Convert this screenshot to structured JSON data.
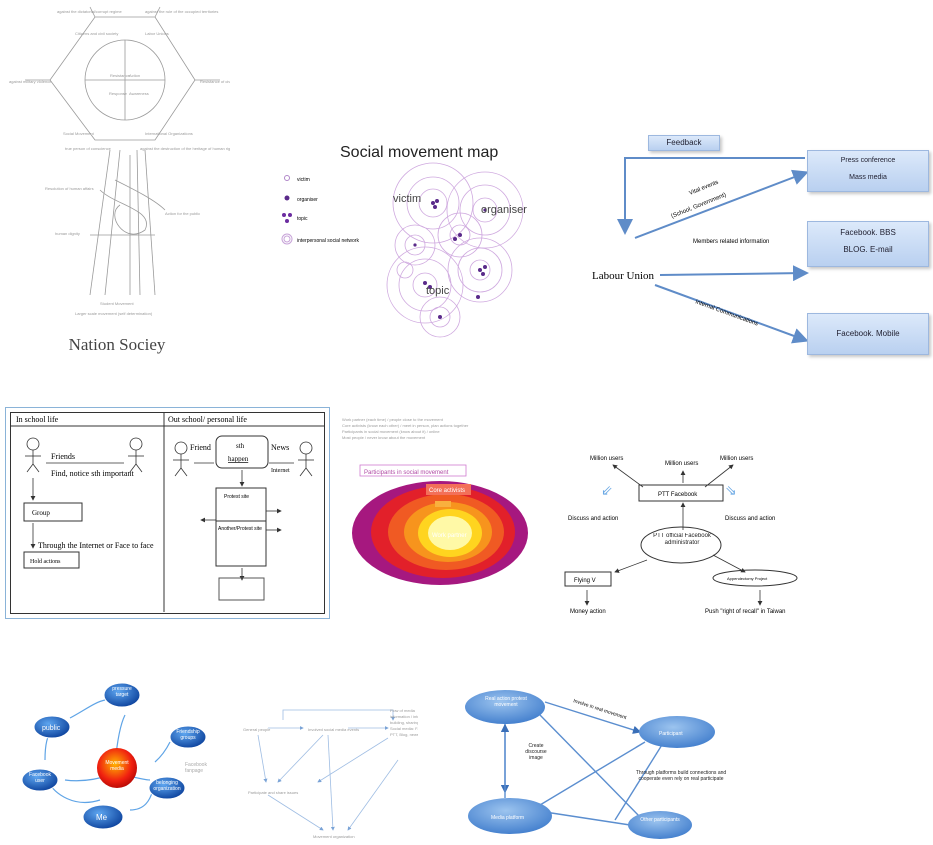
{
  "p1": {
    "title": "Nation Sociey"
  },
  "p2": {
    "title": "Social movement map",
    "legend": [
      "victim",
      "organiser",
      "topic",
      "interpersonal social network"
    ],
    "labels": {
      "victim": "victim",
      "organiser": "organiser",
      "topic": "topic"
    }
  },
  "p3": {
    "feedback": "Feedback",
    "press": "Press conference",
    "mass": "Mass media",
    "fb_bbs": "Facebook. BBS",
    "blog": "BLOG. E-mail",
    "fb_mobile": "Facebook. Mobile",
    "union": "Labour Union",
    "vital": "Vital events",
    "school": "(School, Government)",
    "members": "Members related information",
    "internal": "Internal Communications"
  },
  "p4": {
    "left_title": "In school life",
    "right_title": "Out school/ personal life",
    "friends": "Friends",
    "find": "Find, notice sth important",
    "group": "Group",
    "through": "Through the Internet or Face to face",
    "hold": "Hold actions",
    "friend": "Friend",
    "sth": "sth",
    "happen": "happen",
    "news": "News",
    "internet": "Internet",
    "protest": "Protest site",
    "another": "Another/Protest site"
  },
  "p5": {
    "participants": "Participants in social movement",
    "core": "Core activists",
    "work": "Work partner"
  },
  "p6": {
    "million1": "Million users",
    "million2": "Million users",
    "million3": "Million users",
    "ptt_fb": "PTT Facebook",
    "discuss1": "Discuss and action",
    "discuss2": "Discuss and action",
    "admin": "PTT official Facebook administrator",
    "flying": "Flying V",
    "project": "Appendectomy Project",
    "money": "Money action",
    "push": "Push \"right of recall\" in Taiwan"
  },
  "p7": {
    "pressure": "pressure target",
    "public": "public",
    "friendship": "Friendship groups",
    "facebook": "Facebook user",
    "movement": "Movement media",
    "belonging": "belonging organization",
    "me": "Me",
    "fb_fanpage": "Facebook fanpage"
  },
  "p9": {
    "real": "Real action protest movement",
    "involve": "Involve in real movement",
    "participant": "Participant",
    "create": "Create discourse image",
    "through": "Through platforms build connections and cooperate even rely on real participate",
    "media": "Media platform",
    "other": "Other participants"
  }
}
